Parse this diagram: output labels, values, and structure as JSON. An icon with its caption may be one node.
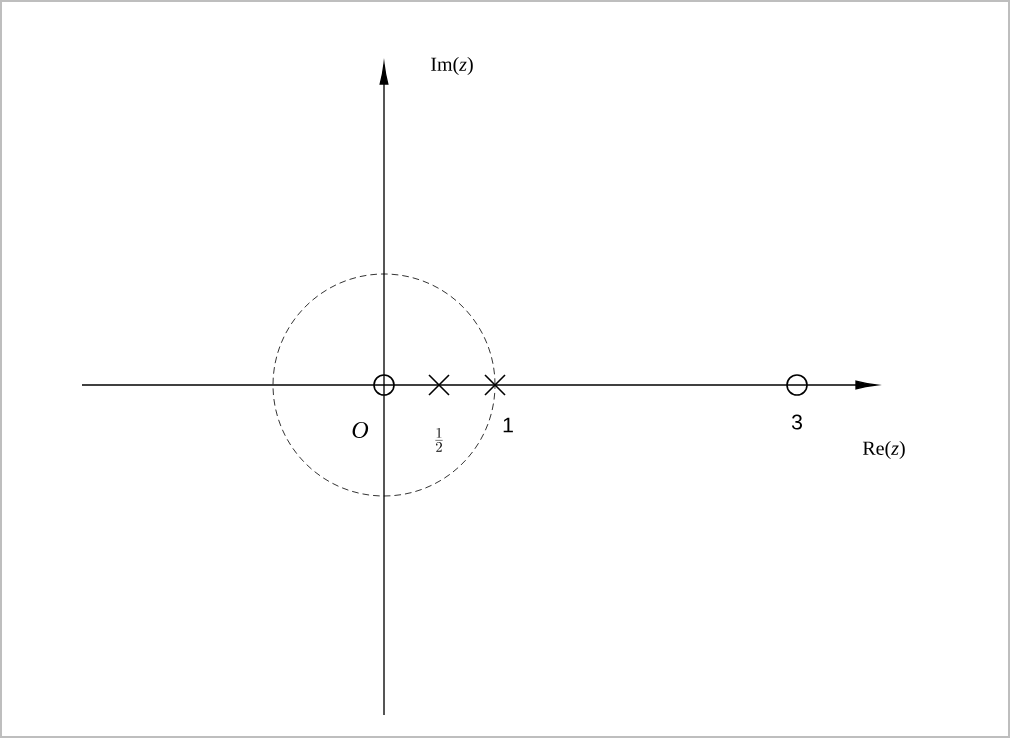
{
  "diagram": {
    "labels": [
      "Im(*z*)",
      "*O*",
      "\\frac{1}{2}",
      "1",
      "3",
      "Re(*z*)"
    ]
  }
}
